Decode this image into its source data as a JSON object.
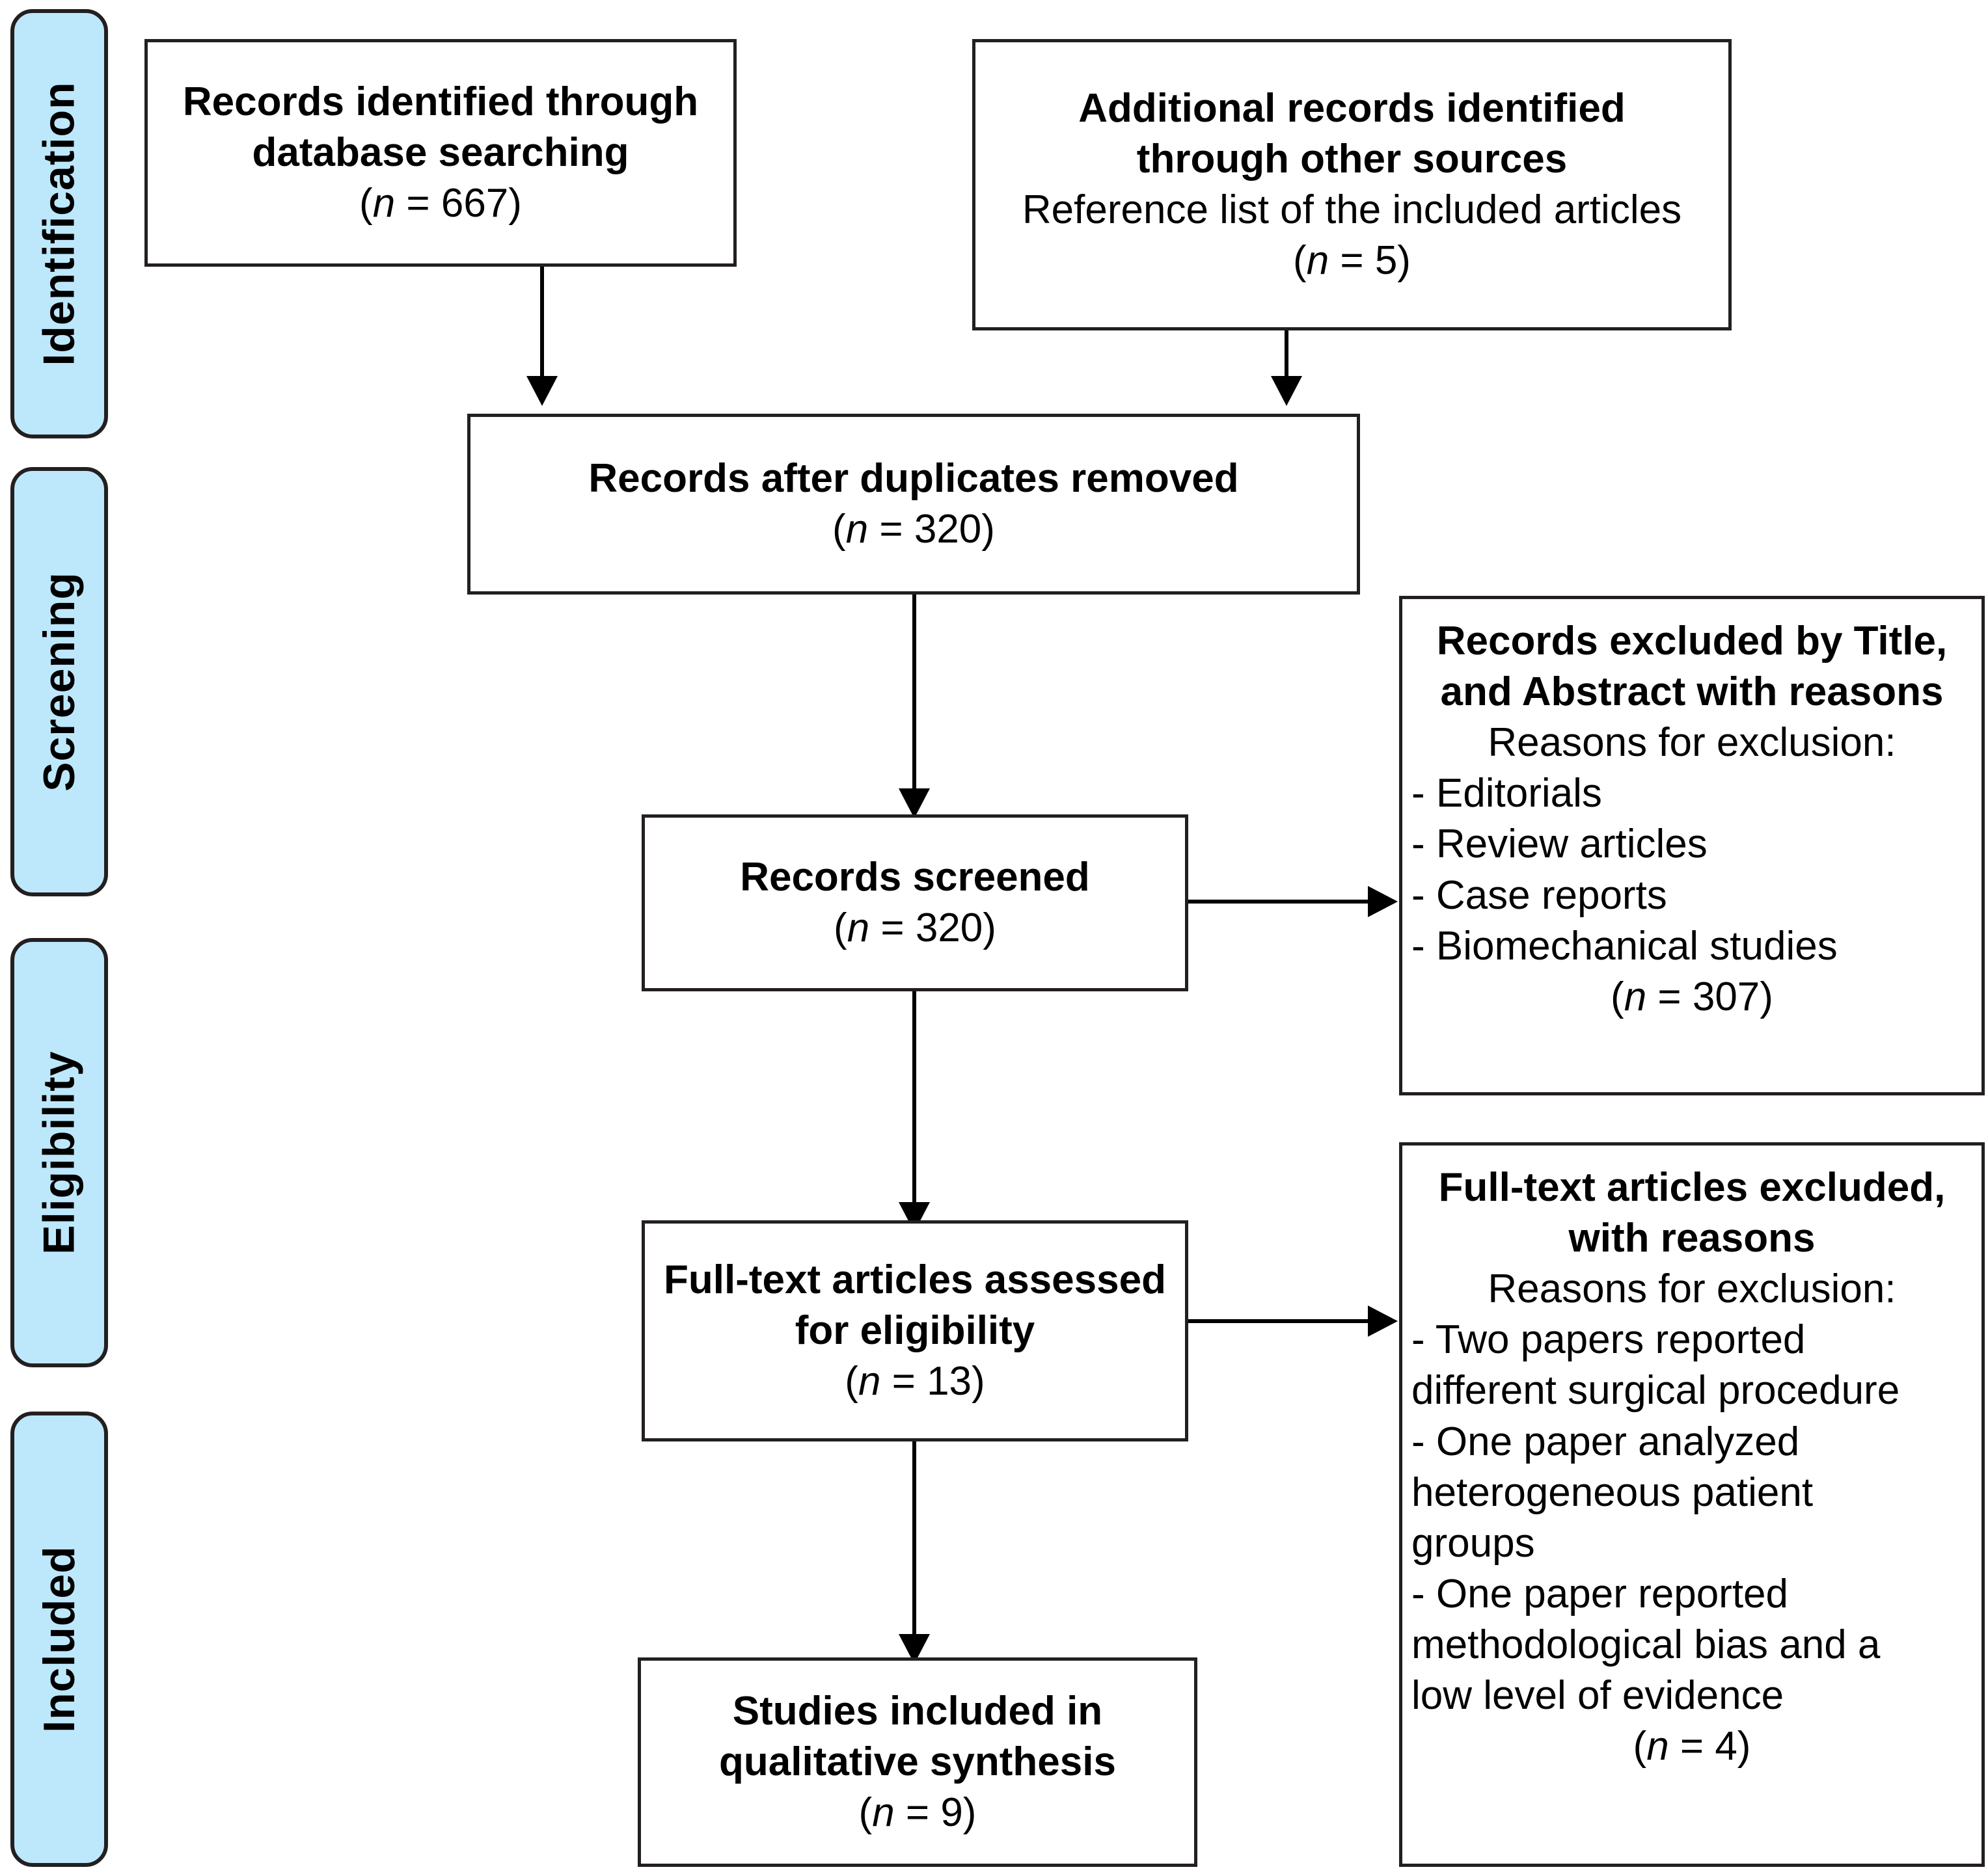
{
  "figure": {
    "type": "prisma-flow-diagram",
    "accent_color": "#BDE8FB",
    "line_color": "#000000"
  },
  "stages": [
    {
      "id": "identification",
      "label": "Identification"
    },
    {
      "id": "screening",
      "label": "Screening"
    },
    {
      "id": "eligibility",
      "label": "Eligibility"
    },
    {
      "id": "included",
      "label": "Included"
    }
  ],
  "boxes": {
    "records_identified": {
      "title_line1": "Records identified through",
      "title_line2": "database searching",
      "count": "(n = 667)"
    },
    "additional_records": {
      "title_line1": "Additional records identified",
      "title_line2": "through other sources",
      "subtitle": "Reference list of the included articles",
      "count": "(n = 5)"
    },
    "after_duplicates": {
      "title": "Records after duplicates removed",
      "count": "(n = 320)"
    },
    "records_screened": {
      "title": "Records screened",
      "count": "(n = 320)"
    },
    "records_excluded": {
      "title_line1": "Records excluded by Title,",
      "title_line2": "and Abstract with reasons",
      "reasons_heading": "Reasons for exclusion:",
      "reasons": [
        "- Editorials",
        "- Review articles",
        "- Case reports",
        "- Biomechanical studies"
      ],
      "count": "(n = 307)"
    },
    "fulltext_assessed": {
      "title_line1": "Full-text articles assessed",
      "title_line2": "for eligibility",
      "count": "(n = 13)"
    },
    "fulltext_excluded": {
      "title_line1": "Full-text articles excluded,",
      "title_line2": "with reasons",
      "reasons_heading": "Reasons for exclusion:",
      "reasons": [
        "- Two papers reported",
        "different surgical procedure",
        "- One paper analyzed",
        "heterogeneous patient",
        "groups",
        "- One paper reported",
        "methodological bias and a",
        "low level of evidence"
      ],
      "count": "(n = 4)"
    },
    "studies_included": {
      "title_line1": "Studies included in",
      "title_line2": "qualitative synthesis",
      "count": "(n = 9)"
    }
  }
}
